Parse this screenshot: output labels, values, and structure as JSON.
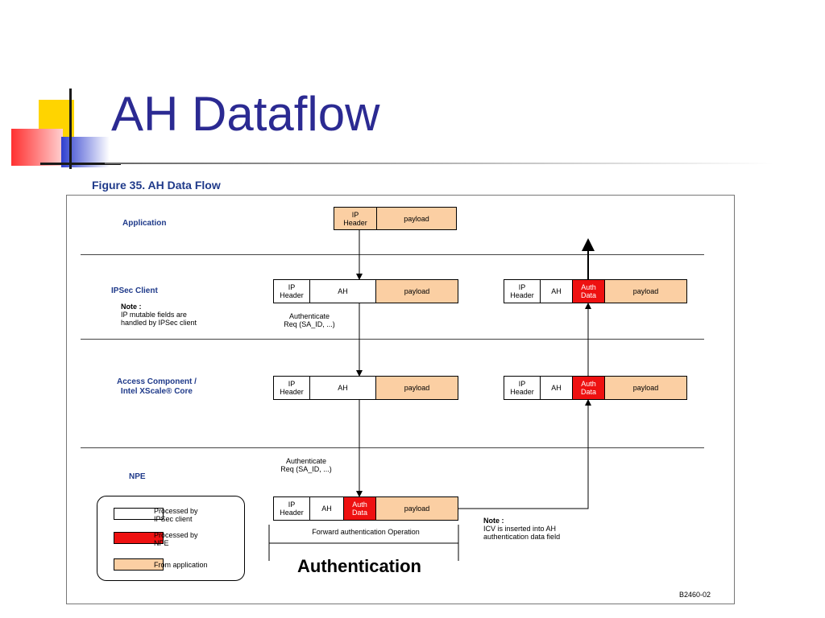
{
  "title": "AH Dataflow",
  "figure_caption": "Figure 35. AH Data Flow",
  "layers": {
    "application": "Application",
    "ipsec_client": "IPSec Client",
    "access_component": "Access Component /\nIntel XScale® Core",
    "npe": "NPE"
  },
  "notes": {
    "ipsec_title": "Note :",
    "ipsec_body": "IP mutable fields are\nhandled by IPSec client",
    "icv_title": "Note :",
    "icv_body": "ICV is inserted into AH\nauthentication data field"
  },
  "packet": {
    "ip_header": "IP\nHeader",
    "ah": "AH",
    "payload": "payload",
    "auth_data": "Auth\nData"
  },
  "request_label": "Authenticate\nReq (SA_ID, ...)",
  "forward_op": "Forward authentication Operation",
  "authentication_label": "Authentication",
  "legend": [
    {
      "label": "Processed by\nIPSec client",
      "color": "#ffffff"
    },
    {
      "label": "Processed by\nNPE",
      "color": "#ee1111"
    },
    {
      "label": "From  application",
      "color": "#fbcfa3"
    }
  ],
  "figure_id": "B2460-02",
  "colors": {
    "title": "#2b2a92",
    "caption": "#1f3a8a",
    "peach": "#fbcfa3",
    "red": "#ee1111",
    "deco_yellow": "#ffd400",
    "deco_red": "#ff3030",
    "deco_blue": "#2f3fcf"
  }
}
